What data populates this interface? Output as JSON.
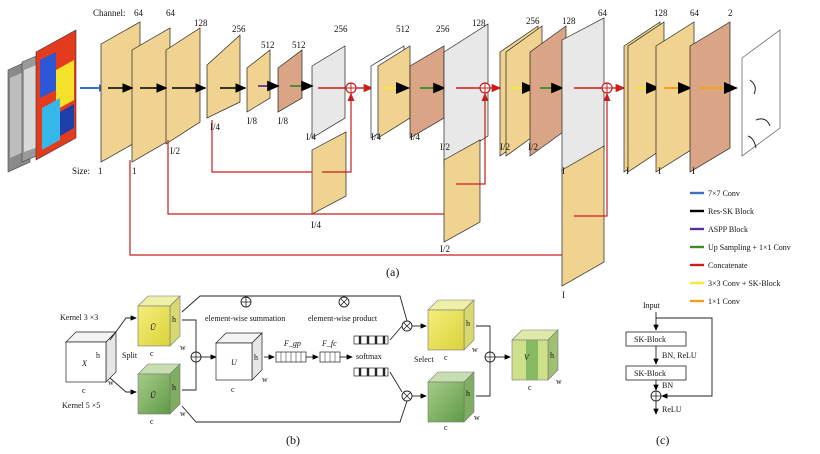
{
  "labels": {
    "channel": "Channel:",
    "size": "Size:",
    "panel_a": "(a)",
    "panel_b": "(b)",
    "panel_c": "(c)"
  },
  "channels": [
    "64",
    "64",
    "128",
    "256",
    "512",
    "512",
    "256",
    "512",
    "256",
    "128",
    "256",
    "128",
    "64",
    "128",
    "64",
    "2"
  ],
  "sizes": [
    "1",
    "1",
    "I/2",
    "I/4",
    "I/8",
    "I/8",
    "I/4",
    "I/4",
    "I/4",
    "I/2",
    "I/2",
    "I/2",
    "I",
    "I",
    "I",
    "I"
  ],
  "skip_sizes": [
    "I/4",
    "I/2",
    "I"
  ],
  "legend": [
    {
      "label": "7×7 Conv",
      "color": "#3a6fc4"
    },
    {
      "label": "Res-SK Block",
      "color": "#000000"
    },
    {
      "label": "ASPP Block",
      "color": "#5a2f9a"
    },
    {
      "label": "Up Sampling + 1×1 Conv",
      "color": "#3d8a2a"
    },
    {
      "label": "Concatenate",
      "color": "#c81e1e"
    },
    {
      "label": "3×3 Conv + SK-Block",
      "color": "#f2ea36"
    },
    {
      "label": "1×1 Conv",
      "color": "#f0a21c"
    }
  ],
  "sk_module": {
    "kernel3": "Kernel 3 ×3",
    "kernel5": "Kernel 5 ×5",
    "split": "Split",
    "sum_legend": "element-wise summation",
    "prod_legend": "element-wise product",
    "fgp": "F_gp",
    "ffc": "F_fc",
    "softmax": "softmax",
    "select": "Select",
    "x": "X",
    "u_tilde": "Ũ",
    "u_hat": "Û",
    "u": "U",
    "v": "V",
    "h": "h",
    "w": "w",
    "c": "c"
  },
  "res_sk": {
    "input": "Input",
    "block1": "SK-Block",
    "bn_relu": "BN, ReLU",
    "block2": "SK-Block",
    "bn": "BN",
    "relu": "ReLU"
  }
}
